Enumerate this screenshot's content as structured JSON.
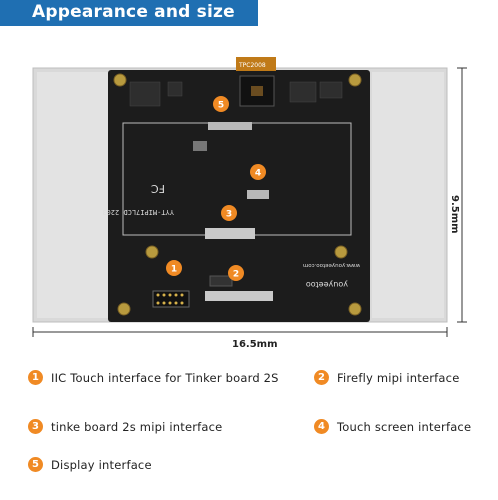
{
  "title": "Appearance and size",
  "chip_label": "TPC2008",
  "silkscreen": {
    "model": "YYT-MIPI7LCD 2203",
    "website": "www.youyeetoo.com",
    "brand": "youyeetoo"
  },
  "dimensions": {
    "width": "16.5mm",
    "height": "9.5mm"
  },
  "legend": [
    {
      "number": "1",
      "text": "IIC Touch interface for Tinker board 2S"
    },
    {
      "number": "2",
      "text": "Firefly mipi interface"
    },
    {
      "number": "3",
      "text": "tinke board 2s mipi interface"
    },
    {
      "number": "4",
      "text": "Touch screen interface"
    },
    {
      "number": "5",
      "text": "Display interface"
    }
  ],
  "colors": {
    "banner": "#1f6fb2",
    "badge": "#f08a24",
    "pcb": "#1a1a1a",
    "panel": "#d9d9d9"
  }
}
